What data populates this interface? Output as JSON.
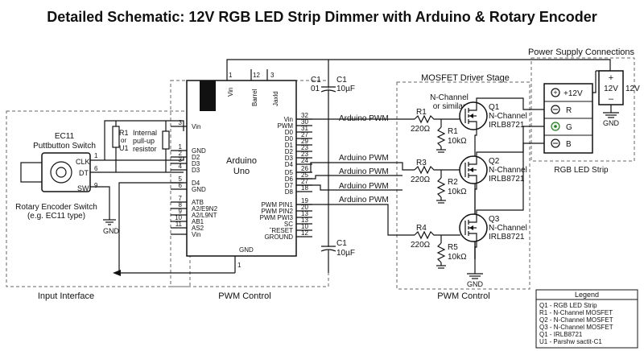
{
  "title": "Detailed Schematic: 12V RGB LED Strip Dimmer with Arduino & Rotary Encoder",
  "sections": {
    "input": "Input Interface",
    "pwm_left": "PWM Control",
    "pwm_right": "PWM Control",
    "mosfet": "MOSFET Driver Stage",
    "power": "Power Supply Connections"
  },
  "encoder": {
    "name": "EC11",
    "subtitle": "Puttbutton Switch",
    "pins": [
      "CLK",
      "DT",
      "SW"
    ],
    "pin_numbers": [
      "1",
      "6",
      "9"
    ],
    "caption1": "Rotary Encoder Switch",
    "caption2": "(e.g. EC11 type)",
    "gnd": "GND"
  },
  "pullup": {
    "r1": "R1",
    "or": "or",
    "u1": "U1",
    "label1": "Internal",
    "label2": "pull-up",
    "label3": "resistor"
  },
  "arduino": {
    "name1": "Arduino",
    "name2": "Uno",
    "top_pins": [
      "1",
      "12",
      "3"
    ],
    "top_labels": [
      "Vin",
      "Barrel",
      "Jaxld"
    ],
    "left_pins": [
      {
        "num": "3",
        "label": "Vin"
      },
      {
        "num": "1",
        "label": "GND"
      },
      {
        "num": "2",
        "label": "D2"
      },
      {
        "num": "3",
        "label": "D3"
      },
      {
        "num": "4",
        "label": "D3"
      },
      {
        "num": "5",
        "label": "D4"
      },
      {
        "num": "6",
        "label": "GND"
      },
      {
        "num": "7",
        "label": "ATB"
      },
      {
        "num": "8",
        "label": "A2/E9N2"
      },
      {
        "num": "9",
        "label": "A2/L9NT"
      },
      {
        "num": "10",
        "label": "AB1"
      },
      {
        "num": "11",
        "label": "AS2"
      },
      {
        "num": "",
        "label": "Vin"
      }
    ],
    "right_pins": [
      {
        "num": "32",
        "label": "Vin"
      },
      {
        "num": "30",
        "label": "PWM"
      },
      {
        "num": "31",
        "label": "D0"
      },
      {
        "num": "27",
        "label": "D0"
      },
      {
        "num": "29",
        "label": "D1"
      },
      {
        "num": "23",
        "label": "D2"
      },
      {
        "num": "23",
        "label": "D3"
      },
      {
        "num": "24",
        "label": "D4"
      },
      {
        "num": "26",
        "label": "D5"
      },
      {
        "num": "25",
        "label": "D6"
      },
      {
        "num": "27",
        "label": "D7"
      },
      {
        "num": "18",
        "label": "D8"
      },
      {
        "num": "19",
        "label": "PWM PIN1"
      },
      {
        "num": "20",
        "label": "PWM PIN2"
      },
      {
        "num": "13",
        "label": "PWM PWI3"
      },
      {
        "num": "13",
        "label": "SC"
      },
      {
        "num": "10",
        "label": "ˆRESET"
      },
      {
        "num": "12",
        "label": "GROUND"
      }
    ],
    "gnd_label": "GND",
    "gnd_pin": "1"
  },
  "wires": {
    "pwm_labels": [
      "Arduino PWM",
      "Arduino PWM",
      "Arduino PWM",
      "Arduino PWM",
      "Arduino PWM"
    ]
  },
  "capacitors": {
    "c1_top_a": "C1",
    "c1_top_a2": "01",
    "c1_top_b": "C1",
    "c1_top_b2": "10µF",
    "c1_bottom": "C1",
    "c1_bottom2": "10µF"
  },
  "mosfets": [
    {
      "id": "Q1",
      "type": "N-Channel",
      "part": "IRLB8721",
      "gate_r": "R1",
      "gate_val": "220Ω",
      "pd_r": "R1",
      "pd_val": "10kΩ"
    },
    {
      "id": "Q2",
      "type": "N-Channel",
      "part": "IRLB8721",
      "gate_r": "R3",
      "gate_val": "220Ω",
      "pd_r": "R2",
      "pd_val": "10kΩ"
    },
    {
      "id": "Q3",
      "type": "N-Channel",
      "part": "IRLB8721",
      "gate_r": "R4",
      "gate_val": "220Ω",
      "pd_r": "R5",
      "pd_val": "10kΩ"
    }
  ],
  "mosfet_note1": "N-Channel",
  "mosfet_note2": "or similar",
  "mosfet_gnd": "GND",
  "led_strip": {
    "title": "RGB LED Strip",
    "terminals": [
      "+12V",
      "R",
      "G",
      "B"
    ]
  },
  "supply": {
    "label_inside": "12V",
    "label_outside": "12V",
    "gnd": "GND",
    "plus": "+",
    "minus": "–"
  },
  "legend": {
    "title": "Legend",
    "items": [
      "Q1 - RGB LED Strip",
      "R1 - N-Channel MOSFET",
      "Q2 - N-Channel MOSFET",
      "Q3 - N-Channel MOSFET",
      "Q1 - IRLB8721",
      "U1 - Parshw sactit-C1"
    ]
  }
}
